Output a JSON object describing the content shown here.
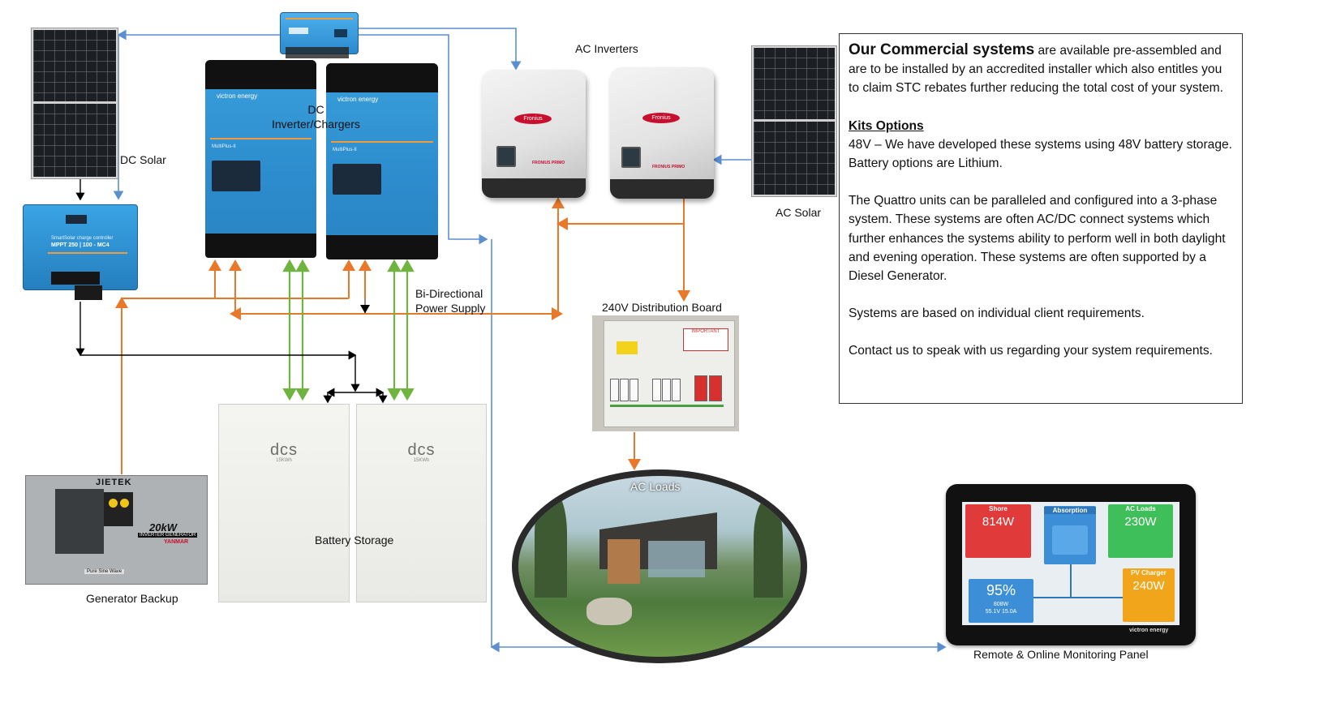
{
  "labels": {
    "dc_solar": "DC Solar",
    "ac_inverters": "AC Inverters",
    "dc_inverter_chargers": "DC\nInverter/Chargers",
    "ac_solar": "AC Solar",
    "bi_directional": "Bi-Directional\nPower Supply",
    "distribution_board": "240V Distribution Board",
    "battery_storage": "Battery Storage",
    "generator_backup": "Generator Backup",
    "ac_loads": "AC Loads",
    "monitoring_panel": "Remote & Online Monitoring Panel"
  },
  "devices": {
    "mppt_brand": "SmartSolar charge controller",
    "mppt_model": "MPPT 250 | 100 - MC4",
    "multiplus_brand": "victron energy",
    "multiplus_model": "MultiPlus-II",
    "fronius_badge": "Fronius",
    "fronius_model": "FRONIUS PRIMO",
    "battery_brand": "dcs",
    "battery_capacity": "15KWh",
    "generator_brand": "JIETEK",
    "generator_rating": "20kW",
    "generator_sub": "INVERTER GENERATOR",
    "generator_engine": "YANMAR",
    "generator_wave": "Pure Sine Wave",
    "db_notice": "IMPORTANT"
  },
  "monitor": {
    "shore_title": "Shore",
    "shore_value": "814W",
    "absorption_title": "Absorption",
    "acloads_title": "AC Loads",
    "acloads_value": "230W",
    "battery_value": "95%",
    "battery_power": "808W",
    "battery_volts_amps": "55.1V  15.0A",
    "pv_title": "PV Charger",
    "pv_value": "240W",
    "brand": "victron energy"
  },
  "textbox": {
    "heading": "Our Commercial systems",
    "intro": " are available pre-assembled and are to be installed by an accredited installer which also entitles you to claim STC rebates further reducing the total cost of your system.",
    "kits_heading": "Kits Options",
    "kits_text": "48V – We have developed these systems using 48V battery storage. Battery options are Lithium.",
    "quattro_text": "The Quattro units can be paralleled and configured into a 3-phase system. These systems are often AC/DC connect systems which further enhances the systems ability to perform well in both daylight and evening operation. These systems are often supported by a Diesel Generator.",
    "requirements_text": "Systems are based on individual client requirements.",
    "contact_text": "Contact us to speak with us regarding your system requirements."
  },
  "colors": {
    "ac_wire": "#e8782a",
    "dc_wire": "#6fb43f",
    "comm_wire": "#5b8fd0",
    "signal_wire": "#000000",
    "victron_blue": "#2c8ccd"
  }
}
